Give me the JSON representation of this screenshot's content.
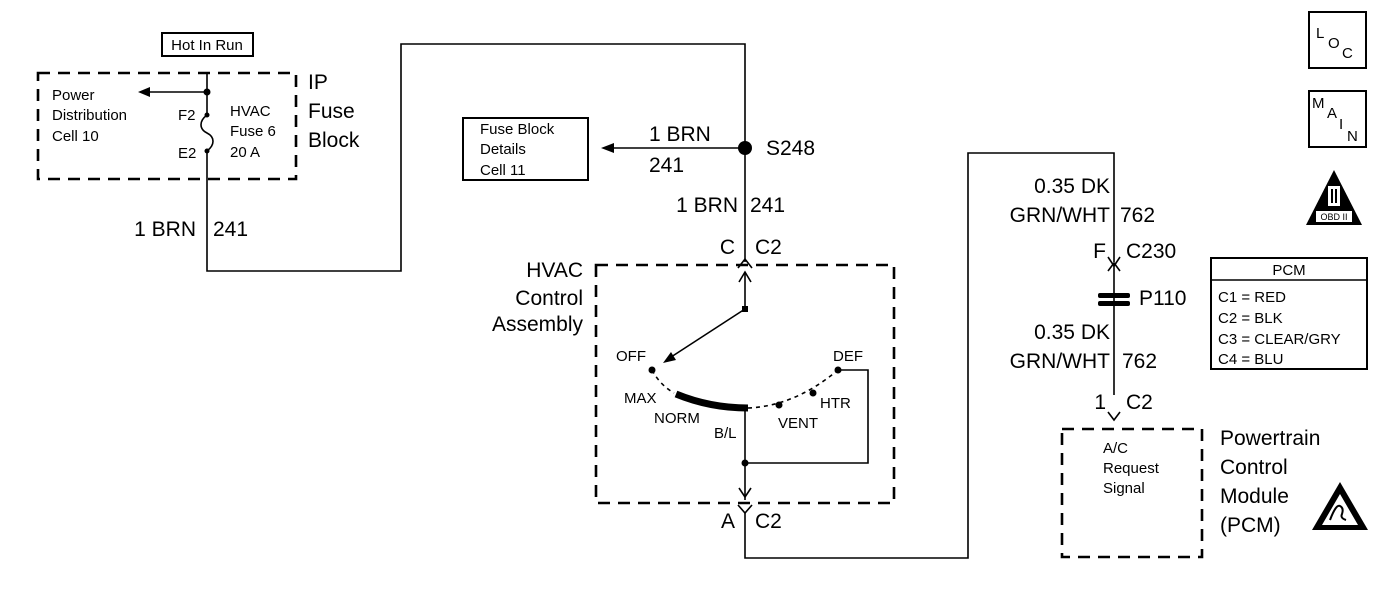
{
  "hot_in_run": "Hot In Run",
  "ip_fuse_block": {
    "line1": "IP",
    "line2": "Fuse",
    "line3": "Block"
  },
  "power_distribution": {
    "line1": "Power",
    "line2": "Distribution",
    "line3": "Cell 10"
  },
  "hvac_fuse": {
    "line1": "HVAC",
    "line2": "Fuse 6",
    "line3": "20 A",
    "pin_top": "F2",
    "pin_bottom": "E2"
  },
  "wire_left": {
    "size_color": "1 BRN",
    "circuit": "241"
  },
  "fuse_block_details": {
    "line1": "Fuse Block",
    "line2": "Details",
    "line3": "Cell 11"
  },
  "splice_wire": {
    "size_color": "1 BRN",
    "circuit": "241"
  },
  "splice": "S248",
  "wire_center": {
    "size_color": "1 BRN",
    "circuit": "241"
  },
  "connector_top": {
    "pin": "C",
    "connector": "C2"
  },
  "hvac_control": {
    "line1": "HVAC",
    "line2": "Control",
    "line3": "Assembly"
  },
  "switch_positions": {
    "off": "OFF",
    "max": "MAX",
    "norm": "NORM",
    "bl": "B/L",
    "vent": "VENT",
    "htr": "HTR",
    "def": "DEF"
  },
  "connector_bottom": {
    "pin": "A",
    "connector": "C2"
  },
  "wire_right_top": {
    "line1": "0.35 DK",
    "line2": "GRN/WHT",
    "circuit": "762"
  },
  "connector_c230": {
    "pin": "F",
    "connector": "C230"
  },
  "pass_through": "P110",
  "wire_right_bottom": {
    "line1": "0.35 DK",
    "line2": "GRN/WHT",
    "circuit": "762"
  },
  "connector_pcm": {
    "pin": "1",
    "connector": "C2"
  },
  "ac_request": {
    "line1": "A/C",
    "line2": "Request",
    "line3": "Signal"
  },
  "pcm_module": {
    "line1": "Powertrain",
    "line2": "Control",
    "line3": "Module",
    "line4": "(PCM)"
  },
  "loc_icon": {
    "l": "L",
    "o": "O",
    "c": "C"
  },
  "main_icon": {
    "m": "M",
    "a": "A",
    "i": "I",
    "n": "N"
  },
  "obd_icon": {
    "numeral": "II",
    "label": "OBD II"
  },
  "pcm_legend": {
    "title": "PCM",
    "c1": "C1 = RED",
    "c2": "C2 = BLK",
    "c3": "C3 = CLEAR/GRY",
    "c4": "C4 = BLU"
  }
}
